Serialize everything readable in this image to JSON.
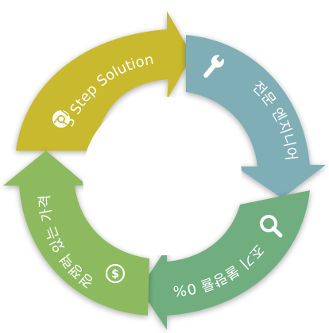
{
  "cycle": {
    "segments": [
      {
        "id": "solution",
        "label": "3 Step Solution",
        "icon": "chrome-icon",
        "color": "#C8B92D"
      },
      {
        "id": "engineer",
        "label": "전문 엔지니어",
        "icon": "wrench-icon",
        "color": "#7FAEB6"
      },
      {
        "id": "diagnosis",
        "label": "조기 불량률 0%",
        "icon": "search-icon",
        "color": "#6FAE80"
      },
      {
        "id": "price",
        "label": "경쟁력 있는 가격",
        "icon": "dollar-icon",
        "color": "#8DBA5E"
      }
    ]
  }
}
